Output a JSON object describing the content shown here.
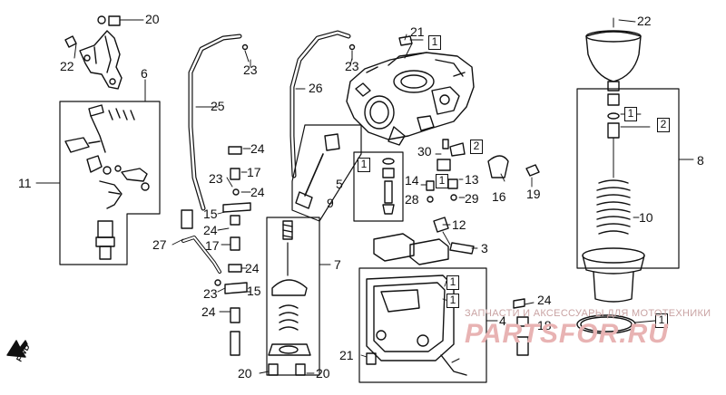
{
  "parts": {
    "p20a": "20",
    "p22a": "22",
    "p6": "6",
    "p11": "11",
    "p25": "25",
    "p23a": "23",
    "p23b": "23",
    "p26": "26",
    "p21a": "21",
    "b1a": "1",
    "p22b": "22",
    "p8": "8",
    "b1b": "1",
    "b2a": "2",
    "p24a": "24",
    "p17a": "17",
    "p23c": "23",
    "p24b": "24",
    "p9": "9",
    "p5": "5",
    "b1c": "1",
    "p30": "30",
    "b2b": "2",
    "p14": "14",
    "b1d": "1",
    "p13": "13",
    "p28": "28",
    "p29": "29",
    "p16": "16",
    "p19": "19",
    "p10": "10",
    "p15a": "15",
    "p24c": "24",
    "p17b": "17",
    "p27": "27",
    "p12": "12",
    "p3": "3",
    "p7": "7",
    "p24d": "24",
    "p23d": "23",
    "p15b": "15",
    "b1e": "1",
    "b1f": "1",
    "p24e": "24",
    "p24f": "24",
    "p4": "4",
    "p18": "18",
    "b1g": "1",
    "p21b": "21",
    "p20b": "20",
    "p20c": "20"
  },
  "forward_label": "FWD",
  "watermark": {
    "line": "ЗАПЧАСТИ И АКСЕССУАРЫ ДЛЯ МОТОТЕХНИКИ",
    "logo": "PARTSFOR.RU"
  },
  "colors": {
    "line": "#111111",
    "watermark": "#e8b3b3"
  }
}
